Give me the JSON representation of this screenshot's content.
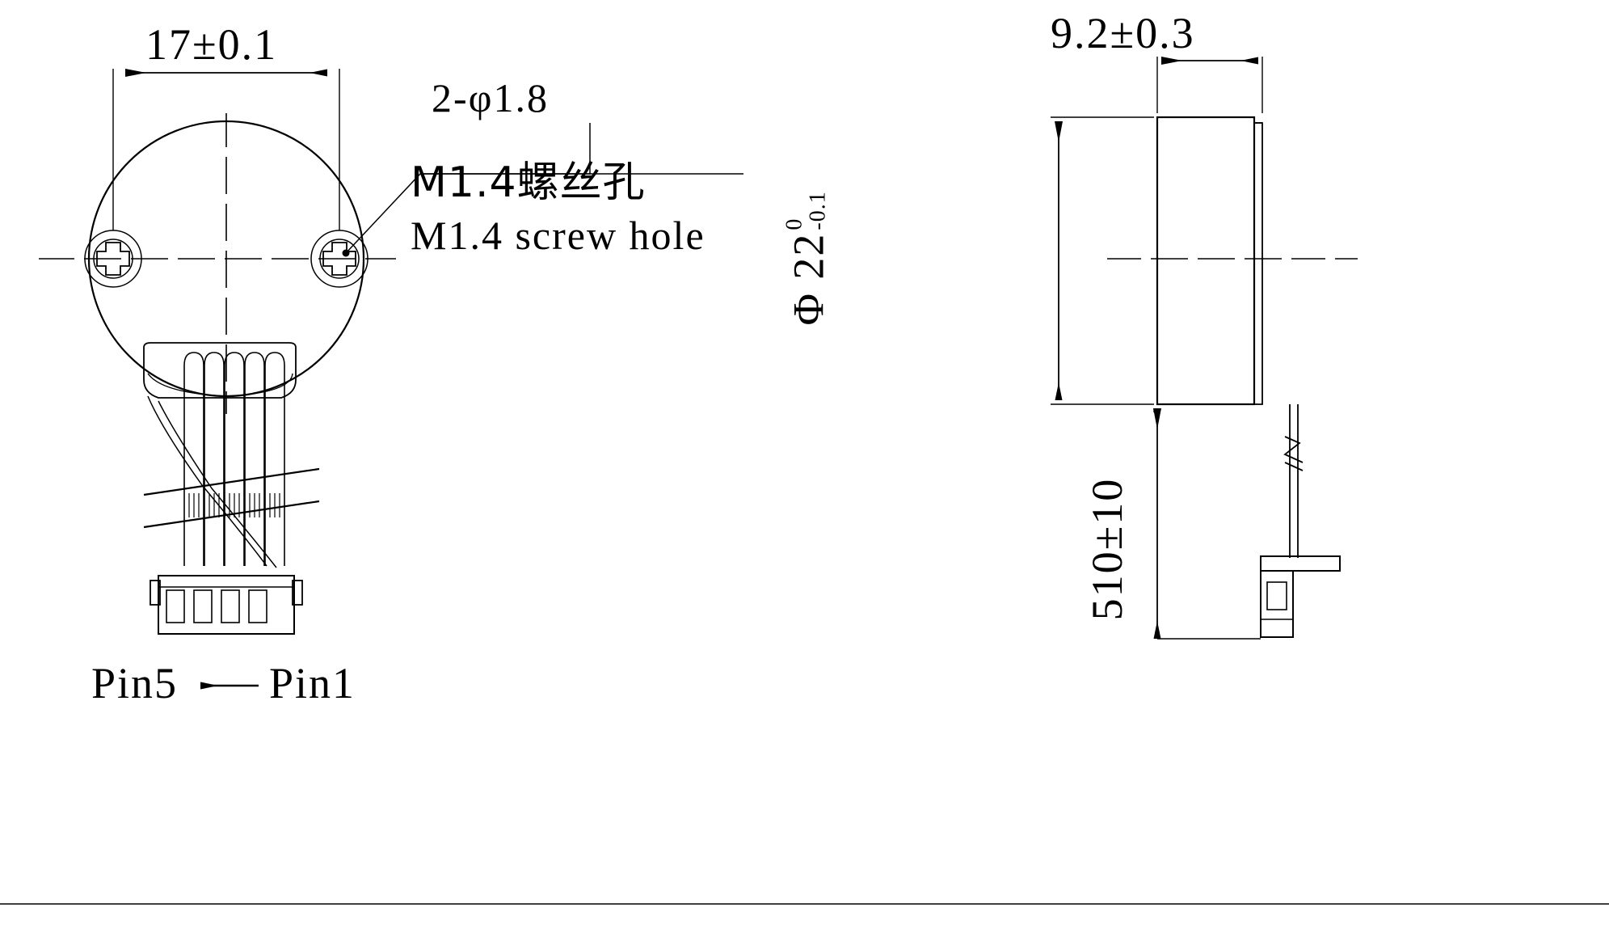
{
  "drawing": {
    "title": "Buzzer mechanical outline drawing",
    "line_color": "#000000",
    "background": "#ffffff",
    "views": [
      {
        "name": "front-view",
        "label": ""
      },
      {
        "name": "side-view",
        "label": ""
      }
    ]
  },
  "dimensions": {
    "screw_pitch": "17±0.1",
    "hole_callout": "2-φ1.8",
    "screw_note_cn": "M1.4螺丝孔",
    "screw_note_en": "M1.4 screw hole",
    "thickness": "9.2±0.3",
    "diameter_main": "Φ 22",
    "diameter_tol_upper": "0",
    "diameter_tol_lower": "-0.1",
    "wire_length": "510±10"
  },
  "pin_labels": {
    "pin_high": "Pin5",
    "pin_low": "Pin1",
    "arrow": "←"
  },
  "notes": {
    "wire_count": 5,
    "screw_holes": 2
  }
}
